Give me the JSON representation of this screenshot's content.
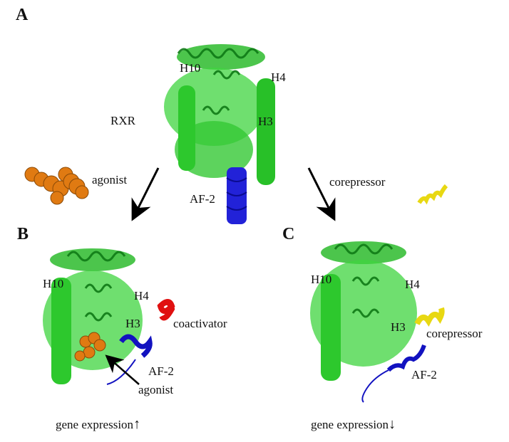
{
  "figure": {
    "panels": {
      "A": {
        "label": "A",
        "protein_name": "RXR",
        "helix_labels": {
          "h10": "H10",
          "h4": "H4",
          "h3": "H3"
        },
        "af2_label": "AF-2",
        "agonist_label": "agonist",
        "corepressor_label": "corepressor"
      },
      "B": {
        "label": "B",
        "helix_labels": {
          "h10": "H10",
          "h4": "H4",
          "h3": "H3"
        },
        "coactivator_label": "coactivator",
        "af2_label": "AF-2",
        "agonist_label": "agonist",
        "outcome": "gene expression",
        "outcome_arrow": "↑"
      },
      "C": {
        "label": "C",
        "helix_labels": {
          "h10": "H10",
          "h4": "H4",
          "h3": "H3"
        },
        "corepressor_label": "corepressor",
        "af2_label": "AF-2",
        "outcome": "gene expression",
        "outcome_arrow": "↓"
      }
    },
    "colors": {
      "protein_green": "#22cc22",
      "protein_dark_green": "#0e8a16",
      "af2_blue": "#1a1ad6",
      "agonist_orange": "#e07a12",
      "coactivator_red": "#e01010",
      "corepressor_yellow": "#f0e020"
    }
  }
}
